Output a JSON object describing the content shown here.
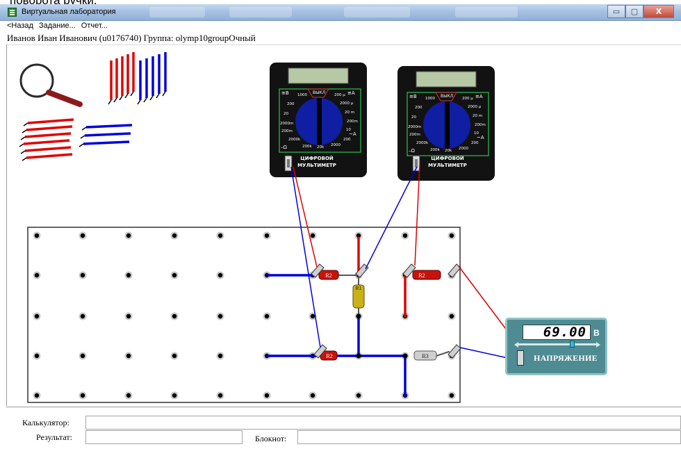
{
  "page_header_fragment": "поворота ручки.",
  "window": {
    "title": "Виртуальная лаборатория",
    "controls": {
      "minimize": "▭",
      "maximize": "▢",
      "close": "X"
    }
  },
  "menu": {
    "back": "<Назад",
    "task": "Задание...",
    "report": "Отчет..."
  },
  "user": {
    "line": "Иванов Иван Иванович (u0176740)  Группа: olymp10groupОчный"
  },
  "multimeters": [
    {
      "label_line1": "ЦИФРОВОЙ",
      "label_line2": "МУЛЬТИМЕТР",
      "scale": {
        "off": "ВЫКЛ",
        "dc_v": "≅B",
        "dc_a": "≅A",
        "ac_a": "~A",
        "ohm": "–Ω",
        "v_left": [
          "1000",
          "200",
          "20",
          "2000m",
          "200m"
        ],
        "a_right": [
          "200 µ",
          "2000 µ",
          "20 m",
          "200m",
          "10"
        ],
        "ohm_bottom": [
          "2000k",
          "200k",
          "20k",
          "2000",
          "200"
        ]
      }
    },
    {
      "label_line1": "ЦИФРОВОЙ",
      "label_line2": "МУЛЬТИМЕТР",
      "scale": {
        "off": "ВЫКЛ",
        "dc_v": "≅B",
        "dc_a": "≅A",
        "ac_a": "~A",
        "ohm": "–Ω",
        "v_left": [
          "1000",
          "200",
          "20",
          "2000m",
          "200m"
        ],
        "a_right": [
          "200 µ",
          "2000 µ",
          "20 m",
          "200m",
          "10"
        ],
        "ohm_bottom": [
          "2000k",
          "200k",
          "20k",
          "2000",
          "200"
        ]
      }
    }
  ],
  "resistors": {
    "r1": "R1",
    "r2_top": "R2",
    "r2_top_right": "R2",
    "r2_bottom": "R2",
    "r3": "R3"
  },
  "voltage_source": {
    "reading": "69.00",
    "unit": "В",
    "label": "НАПРЯЖЕНИЕ",
    "level": 0.69
  },
  "bottom": {
    "calculator_label": "Калькулятор:",
    "result_label": "Результат:",
    "notepad_label": "Блокнот:",
    "calculator_value": "",
    "result_value": "",
    "notepad_value": ""
  },
  "colors": {
    "wire_red": "#e00000",
    "wire_blue": "#0000dd",
    "meter_body": "#121212",
    "meter_lcd": "#b7c9a4",
    "dial": "#0f1ea3",
    "panel_teal": "#4e8b92",
    "resistor_red": "#c8130d",
    "resistor_yellow": "#c9b116",
    "resistor_grey": "#cfcfcf"
  },
  "icons": [
    "magnifier-icon",
    "red-vertical-wires-icon",
    "blue-vertical-wires-icon",
    "red-horizontal-wires-icon",
    "blue-horizontal-wires-icon"
  ]
}
